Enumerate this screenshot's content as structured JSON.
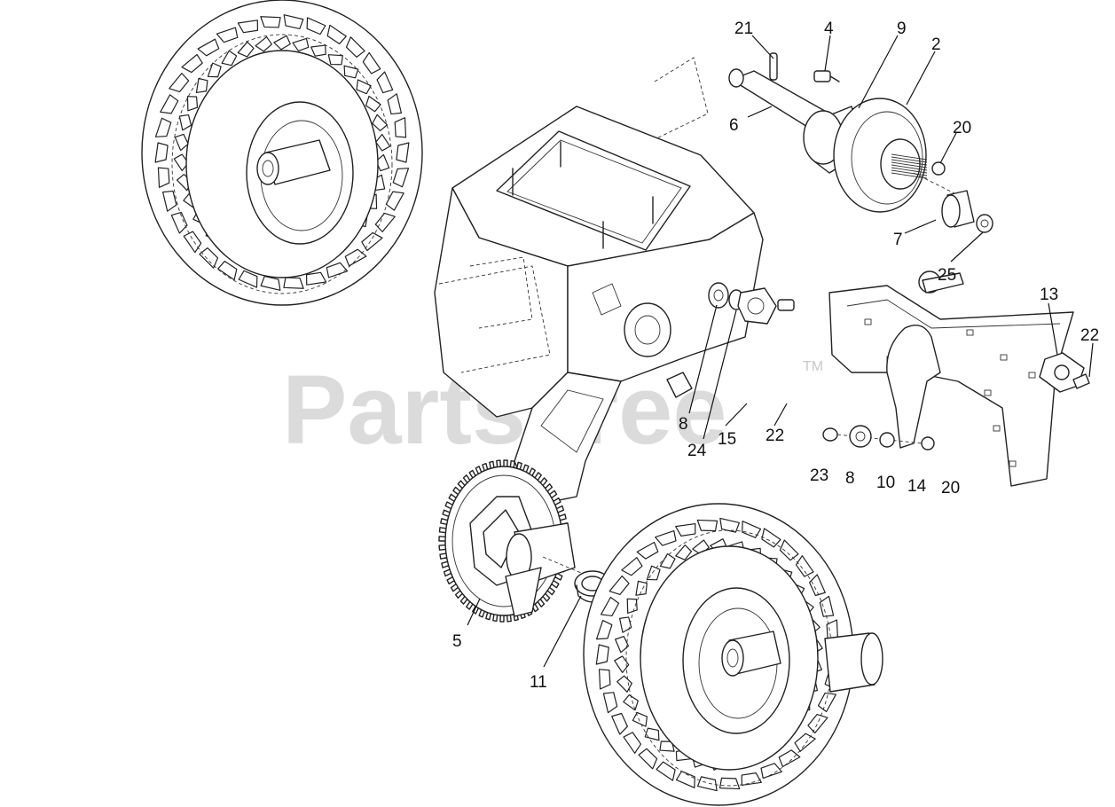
{
  "watermark": {
    "brand": "PartsTree",
    "trademark": "TM"
  },
  "callouts": [
    {
      "id": "21"
    },
    {
      "id": "4"
    },
    {
      "id": "9"
    },
    {
      "id": "2"
    },
    {
      "id": "6"
    },
    {
      "id": "20"
    },
    {
      "id": "7"
    },
    {
      "id": "25"
    },
    {
      "id": "13"
    },
    {
      "id": "22"
    },
    {
      "id": "8"
    },
    {
      "id": "24"
    },
    {
      "id": "15"
    },
    {
      "id": "22"
    },
    {
      "id": "23"
    },
    {
      "id": "8"
    },
    {
      "id": "10"
    },
    {
      "id": "14"
    },
    {
      "id": "20"
    },
    {
      "id": "5"
    },
    {
      "id": "11"
    }
  ]
}
